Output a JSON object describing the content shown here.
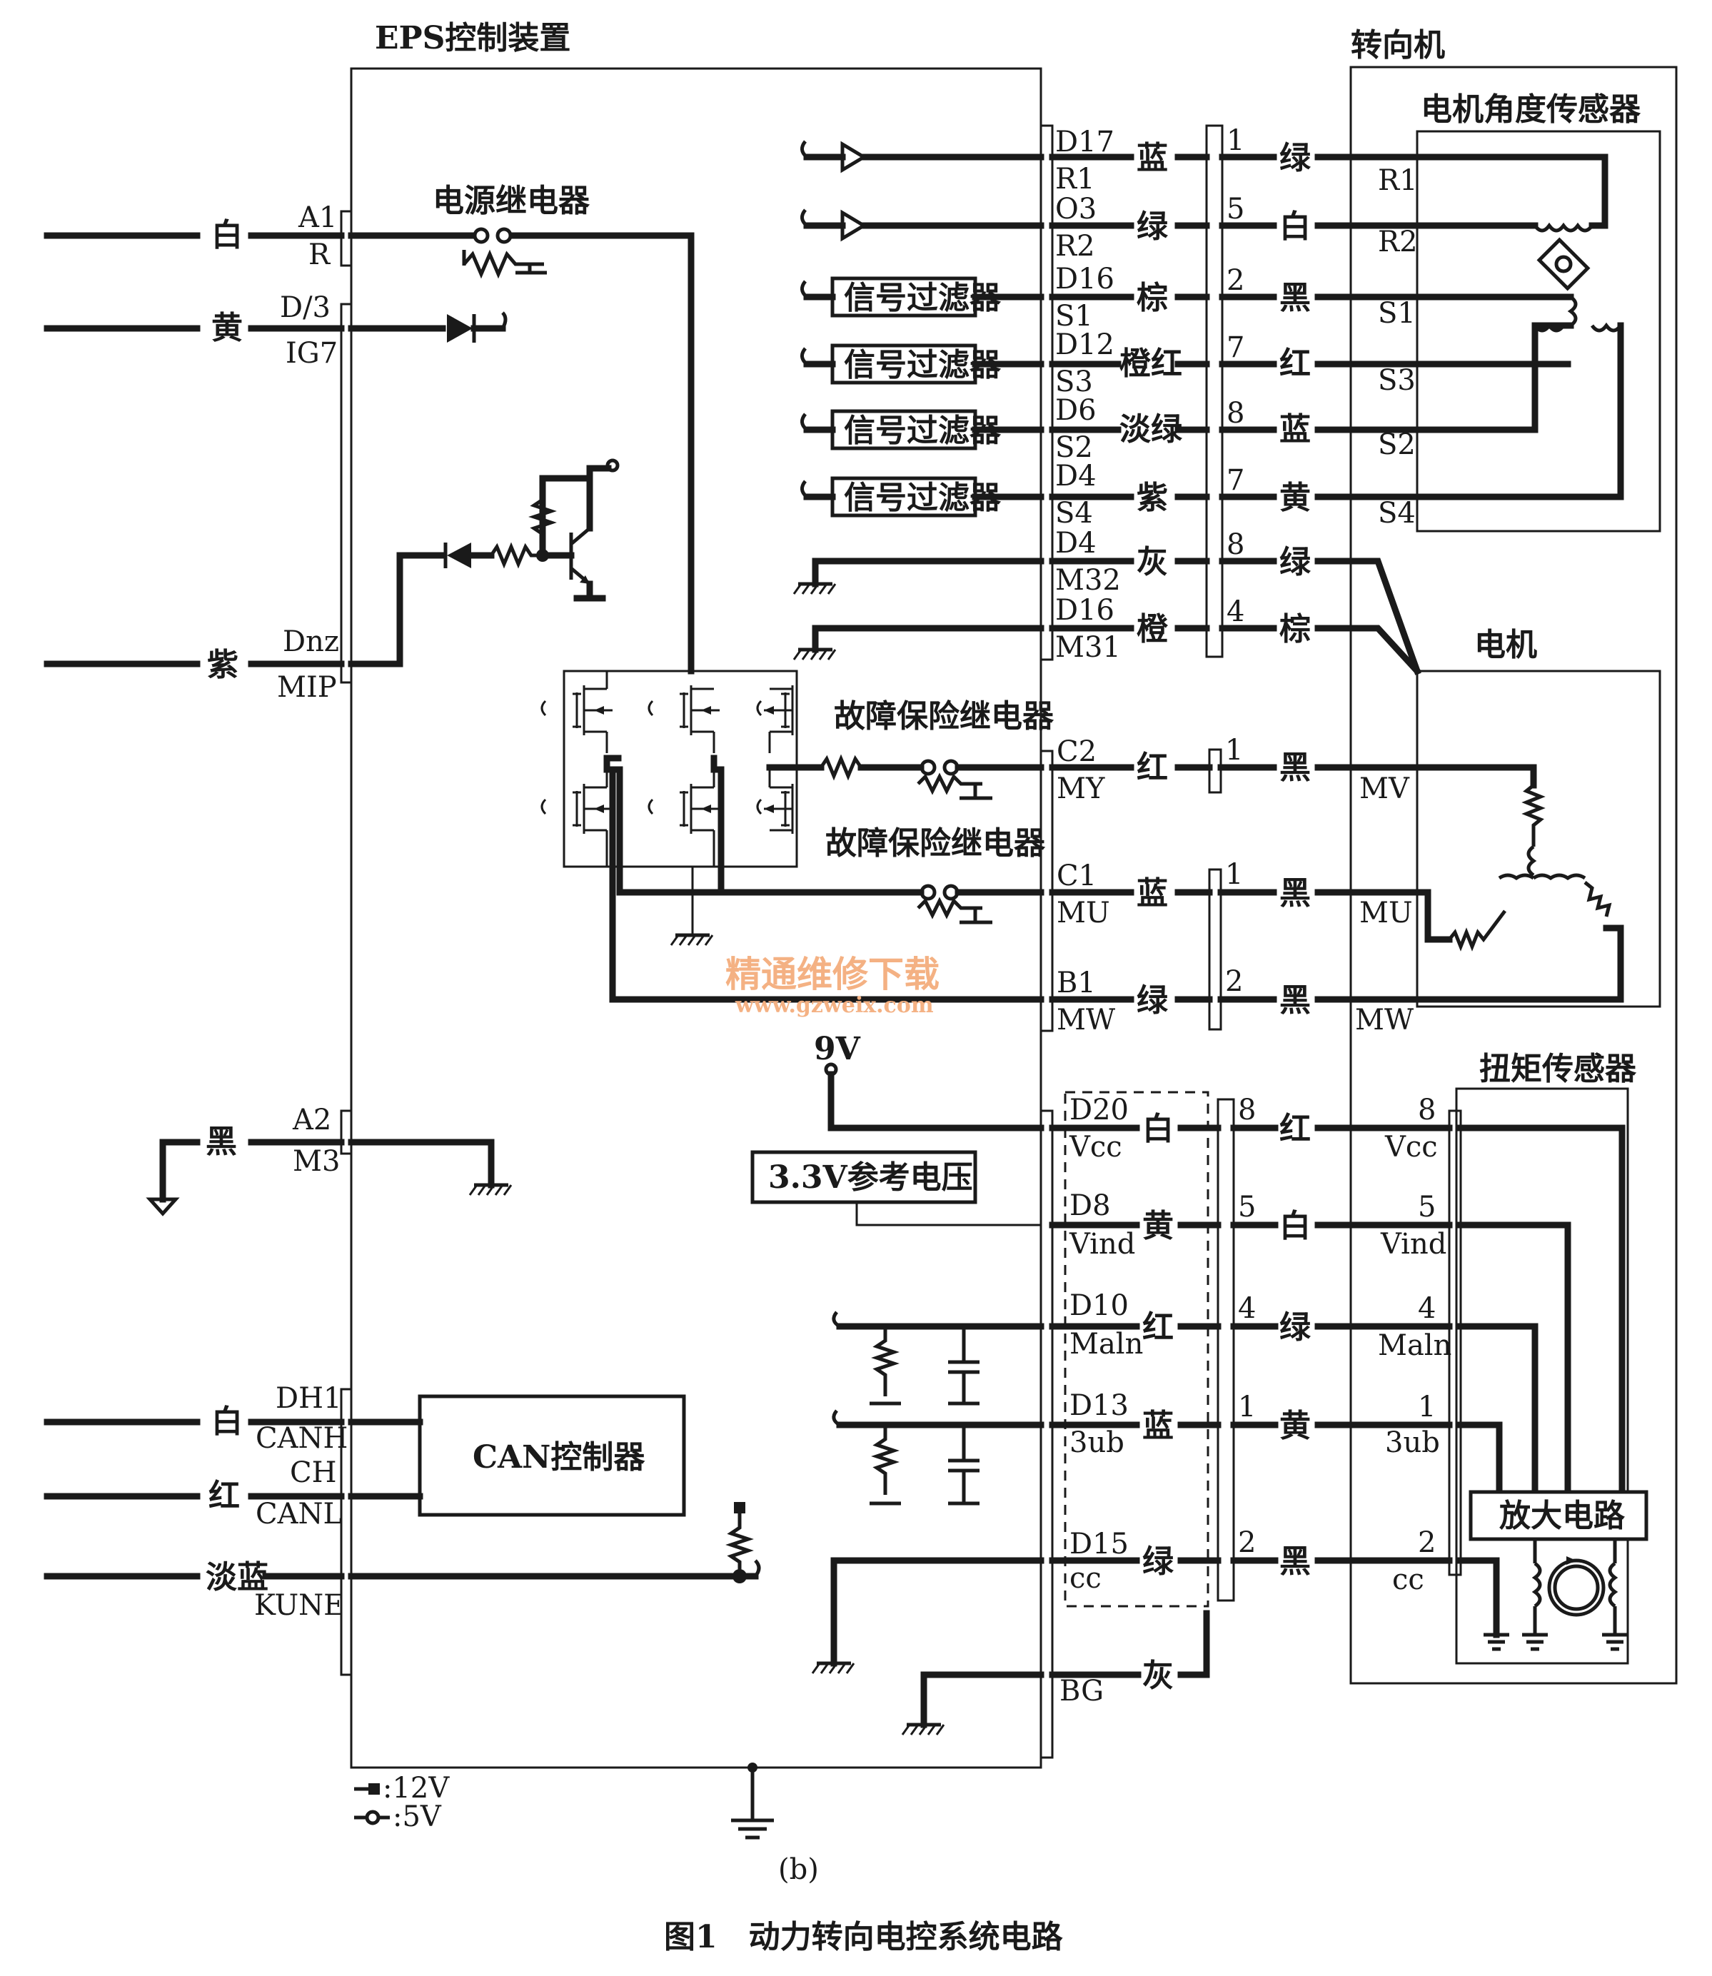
{
  "title": {
    "eps": "EPS控制装置",
    "steering": "转向机",
    "angle_sensor": "电机角度传感器",
    "motor": "电机",
    "torque_sensor": "扭矩传感器"
  },
  "relays": {
    "power": "电源继电器",
    "failsafe1": "故障保险继电器",
    "failsafe2": "故障保险继电器"
  },
  "blocks": {
    "filter": "信号过滤器",
    "can": "CAN控制器",
    "ref": "3.3V参考电压",
    "amp": "放大电路",
    "v9": "9V"
  },
  "left_pins": [
    {
      "color": "白",
      "top": "A1",
      "bottom": "R"
    },
    {
      "color": "黄",
      "top": "D/3",
      "bottom": "IG7"
    },
    {
      "color": "紫",
      "top": "Dnz",
      "bottom": "MIP"
    },
    {
      "color": "黑",
      "top": "A2",
      "bottom": "M3"
    },
    {
      "color": "白",
      "top": "DH1",
      "bottom": "CANH"
    },
    {
      "color": "红",
      "top": "CH",
      "bottom": "CANL"
    },
    {
      "color": "淡蓝",
      "top": "",
      "bottom": "KUNE"
    }
  ],
  "right_pins": [
    {
      "top": "D17",
      "bottom": "R1",
      "wire1": "蓝",
      "num": "1",
      "wire2": "绿",
      "dev": "R1"
    },
    {
      "top": "O3",
      "bottom": "R2",
      "wire1": "绿",
      "num": "5",
      "wire2": "白",
      "dev": "R2"
    },
    {
      "top": "D16",
      "bottom": "S1",
      "wire1": "棕",
      "num": "2",
      "wire2": "黑",
      "dev": "S1"
    },
    {
      "top": "D12",
      "bottom": "S3",
      "wire1": "橙红",
      "num": "7",
      "wire2": "红",
      "dev": "S3"
    },
    {
      "top": "D6",
      "bottom": "S2",
      "wire1": "淡绿",
      "num": "8",
      "wire2": "蓝",
      "dev": "S2"
    },
    {
      "top": "D4",
      "bottom": "S4",
      "wire1": "紫",
      "num": "7",
      "wire2": "黄",
      "dev": "S4"
    },
    {
      "top": "D4",
      "bottom": "M32",
      "wire1": "灰",
      "num": "8",
      "wire2": "绿",
      "dev": ""
    },
    {
      "top": "D16",
      "bottom": "M31",
      "wire1": "橙",
      "num": "4",
      "wire2": "棕",
      "dev": ""
    }
  ],
  "motor_pins": [
    {
      "top": "C2",
      "bottom": "MY",
      "wire1": "红",
      "num": "1",
      "wire2": "黑",
      "dev": "MV"
    },
    {
      "top": "C1",
      "bottom": "MU",
      "wire1": "蓝",
      "num": "1",
      "wire2": "黑",
      "dev": "MU"
    },
    {
      "top": "B1",
      "bottom": "MW",
      "wire1": "绿",
      "num": "2",
      "wire2": "黑",
      "dev": "MW"
    }
  ],
  "torque_pins": [
    {
      "top": "D20",
      "bottom": "Vcc",
      "wire1": "白",
      "num": "8",
      "wire2": "红",
      "dnum": "8",
      "dev": "Vcc"
    },
    {
      "top": "D8",
      "bottom": "Vind",
      "wire1": "黄",
      "num": "5",
      "wire2": "白",
      "dnum": "5",
      "dev": "Vind"
    },
    {
      "top": "D10",
      "bottom": "Maln",
      "wire1": "红",
      "num": "4",
      "wire2": "绿",
      "dnum": "4",
      "dev": "Maln"
    },
    {
      "top": "D13",
      "bottom": "3ub",
      "wire1": "蓝",
      "num": "1",
      "wire2": "黄",
      "dnum": "1",
      "dev": "3ub"
    },
    {
      "top": "D15",
      "bottom": "cc",
      "wire1": "绿",
      "num": "2",
      "wire2": "黑",
      "dnum": "2",
      "dev": "cc"
    }
  ],
  "bg": {
    "pin": "BG",
    "wire": "灰"
  },
  "legend": {
    "v12": ":12V",
    "v5": ":5V"
  },
  "sub": "(b)",
  "caption": "图1　动力转向电控系统电路",
  "watermark": {
    "cn": "精通维修下载",
    "url": "www.gzweix.com"
  }
}
